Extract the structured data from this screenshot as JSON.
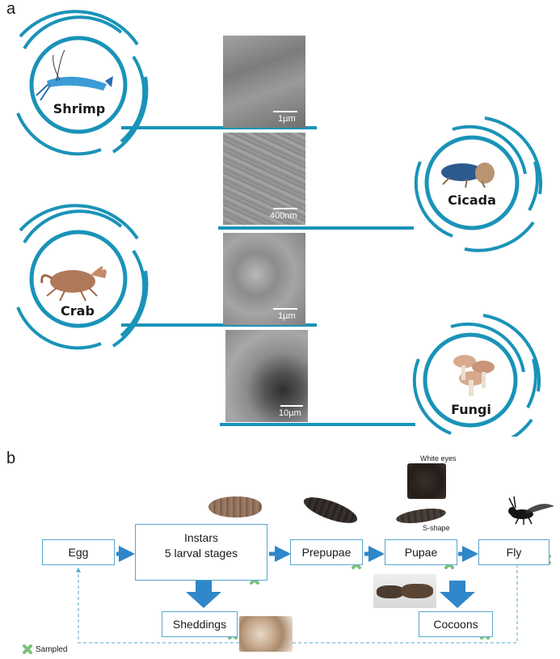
{
  "panel_a": {
    "letter": "a",
    "organisms": [
      {
        "name": "Shrimp"
      },
      {
        "name": "Cicada"
      },
      {
        "name": "Crab"
      },
      {
        "name": "Fungi"
      }
    ],
    "sem_scales": [
      "1µm",
      "400nm",
      "1µm",
      "10µm"
    ]
  },
  "panel_b": {
    "letter": "b",
    "stages": {
      "egg": "Egg",
      "instars_line1": "Instars",
      "instars_line2": "5 larval stages",
      "prepupae": "Prepupae",
      "pupae": "Pupae",
      "fly": "Fly",
      "sheddings": "Sheddings",
      "cocoons": "Cocoons"
    },
    "notes": {
      "white_eyes": "White eyes",
      "s_shape": "S-shape"
    },
    "legend": {
      "sampled": "Sampled"
    },
    "colors": {
      "accent": "#2a9ec6",
      "arrow": "#2f86c9",
      "marker": "#7ac27a"
    }
  }
}
